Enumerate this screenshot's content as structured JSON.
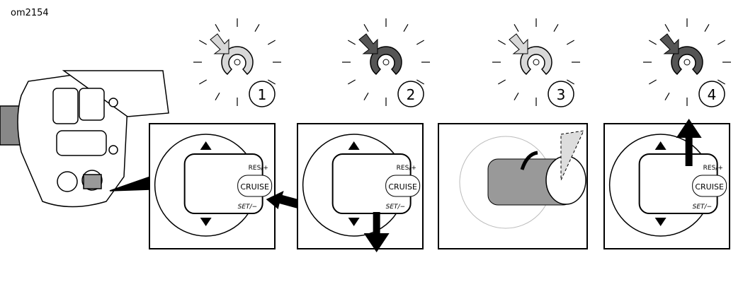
{
  "figure_id": "om2154",
  "steps": [
    {
      "number": "1",
      "indicator": "light",
      "action": "press-cruise"
    },
    {
      "number": "2",
      "indicator": "dark",
      "action": "push-down-set"
    },
    {
      "number": "3",
      "indicator": "light",
      "action": "twist-throttle"
    },
    {
      "number": "4",
      "indicator": "dark",
      "action": "push-up-resume"
    }
  ],
  "switch_labels": {
    "res": "RES/+",
    "cruise": "CRUISE",
    "set": "SET/−"
  },
  "colors": {
    "light_fill": "#d8d8d8",
    "dark_fill": "#555555",
    "ink": "#000000"
  }
}
